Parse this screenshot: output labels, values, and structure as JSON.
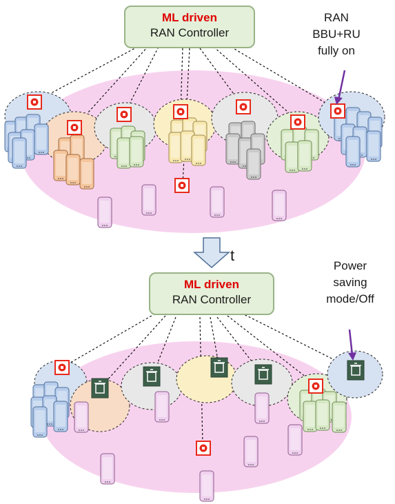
{
  "top": {
    "controller": {
      "line1": "ML driven",
      "line2": "RAN Controller"
    },
    "annotation": [
      "RAN",
      "BBU+RU",
      "fully on"
    ]
  },
  "transition_label": "t",
  "bottom": {
    "controller": {
      "line1": "ML driven",
      "line2": "RAN Controller"
    },
    "annotation": [
      "Power",
      "saving",
      "mode/Off"
    ]
  },
  "colors": {
    "macro_cell": "#f7d2ee",
    "cell_blue": "#d6e1f1",
    "cell_orange": "#f8dcc6",
    "cell_gray": "#e8e8e8",
    "cell_yellow": "#fbefc6",
    "cell_green": "#e3efd6",
    "bbu_on": "#e8281a",
    "bbu_off": "#3d5f4a",
    "annotation_arrow": "#7030a0",
    "controller_fill": "#e4f0d9"
  },
  "icons": {
    "active_bbu": "router-icon",
    "sleeping_bbu": "recycle-bin-icon",
    "user_device": "smartphone-icon"
  }
}
